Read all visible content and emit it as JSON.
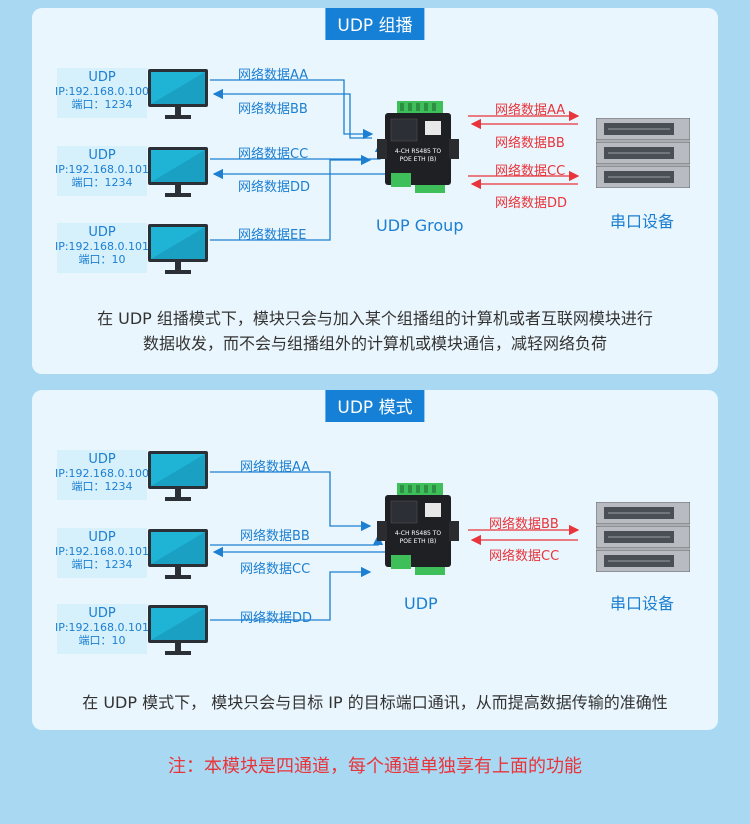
{
  "group_panel": {
    "title": "UDP 组播",
    "hosts": [
      {
        "name": "UDP",
        "ip": "IP:192.168.0.100",
        "port": "端口：1234"
      },
      {
        "name": "UDP",
        "ip": "IP:192.168.0.101",
        "port": "端口：1234"
      },
      {
        "name": "UDP",
        "ip": "IP:192.168.0.101",
        "port": "端口：10"
      }
    ],
    "left_msgs": [
      "网络数据AA",
      "网络数据BB",
      "网络数据CC",
      "网络数据DD",
      "网络数据EE"
    ],
    "right_msgs": [
      "网络数据AA",
      "网络数据BB",
      "网络数据CC",
      "网络数据DD"
    ],
    "module_label": "UDP Group",
    "serial_label": "串口设备",
    "description": [
      "在 UDP 组播模式下，模块只会与加入某个组播组的计算机或者互联网模块进行",
      "数据收发，而不会与组播组外的计算机或模块通信，减轻网络负荷"
    ]
  },
  "udp_panel": {
    "title": "UDP 模式",
    "hosts": [
      {
        "name": "UDP",
        "ip": "IP:192.168.0.100",
        "port": "端口：1234"
      },
      {
        "name": "UDP",
        "ip": "IP:192.168.0.101",
        "port": "端口：1234"
      },
      {
        "name": "UDP",
        "ip": "IP:192.168.0.101",
        "port": "端口：10"
      }
    ],
    "left_msgs": [
      "网络数据AA",
      "网络数据BB",
      "网络数据CC",
      "网络数据DD"
    ],
    "right_msgs": [
      "网络数据BB",
      "网络数据CC"
    ],
    "module_label": "UDP",
    "serial_label": "串口设备",
    "description": "在 UDP 模式下，  模块只会与目标 IP 的目标端口通讯，从而提高数据传输的准确性"
  },
  "device": {
    "line1": "4-CH RS485 TO",
    "line2": "POE ETH (B)"
  },
  "note": "注：本模块是四通道，每个通道单独享有上面的功能",
  "colors": {
    "blue": "#1c7fd1",
    "red": "#e8343a",
    "tag": "#1580d6"
  }
}
